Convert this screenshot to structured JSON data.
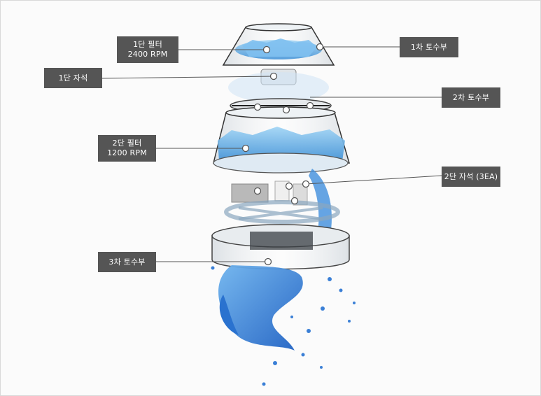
{
  "labels": {
    "stage1_filter": {
      "line1": "1단 필터",
      "line2": "2400 RPM"
    },
    "stage1_magnet": "1단 자석",
    "stage2_filter": {
      "line1": "2단 필터",
      "line2": "1200 RPM"
    },
    "drain3": "3차 토수부",
    "drain1": "1차 토수부",
    "drain2": "2차 토수부",
    "stage2_magnet": "2단 자석 (3EA)"
  }
}
